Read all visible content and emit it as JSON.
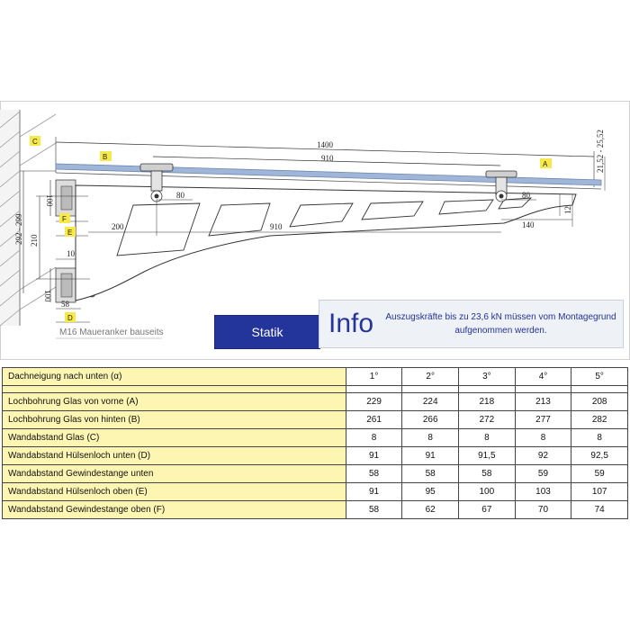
{
  "drawing": {
    "dimensions": {
      "d1400": "1400",
      "d910_top": "910",
      "d910_mid": "910",
      "d80_left": "80",
      "d80_right": "80",
      "d200": "200",
      "d140": "140",
      "d12": "12",
      "d2152": "21,52 - 25,52",
      "d100_top": "100",
      "d292": "292 - 299",
      "d210": "210",
      "d10": "10",
      "d100_bottom": "100",
      "d58": "58"
    },
    "markers": {
      "A": "A",
      "B": "B",
      "C": "C",
      "D": "D",
      "E": "E",
      "F": "F"
    },
    "caption": "M16 Maueranker bauseits",
    "colors": {
      "glass": "#9fb6d9",
      "marker": "#f7e94a",
      "wall": "#9a9a9a"
    }
  },
  "statik_button": {
    "label": "Statik"
  },
  "info": {
    "title": "Info",
    "text_line1": "Auszugskräfte bis zu 23,6 kN müssen vom Montagegrund",
    "text_line2": "aufgenommen werden."
  },
  "table": {
    "header": {
      "label": "Dachneigung nach unten (α)",
      "angles": [
        "1°",
        "2°",
        "3°",
        "4°",
        "5°"
      ]
    },
    "rows": [
      {
        "label": "Lochbohrung Glas von vorne (A)",
        "values": [
          "229",
          "224",
          "218",
          "213",
          "208"
        ]
      },
      {
        "label": "Lochbohrung Glas von hinten (B)",
        "values": [
          "261",
          "266",
          "272",
          "277",
          "282"
        ]
      },
      {
        "label": "Wandabstand Glas (C)",
        "values": [
          "8",
          "8",
          "8",
          "8",
          "8"
        ]
      },
      {
        "label": "Wandabstand Hülsenloch unten (D)",
        "values": [
          "91",
          "91",
          "91,5",
          "92",
          "92,5"
        ]
      },
      {
        "label": "Wandabstand Gewindestange unten",
        "values": [
          "58",
          "58",
          "58",
          "59",
          "59"
        ]
      },
      {
        "label": "Wandabstand Hülsenloch oben (E)",
        "values": [
          "91",
          "95",
          "100",
          "103",
          "107"
        ]
      },
      {
        "label": "Wandabstand Gewindestange oben (F)",
        "values": [
          "58",
          "62",
          "67",
          "70",
          "74"
        ]
      }
    ]
  }
}
